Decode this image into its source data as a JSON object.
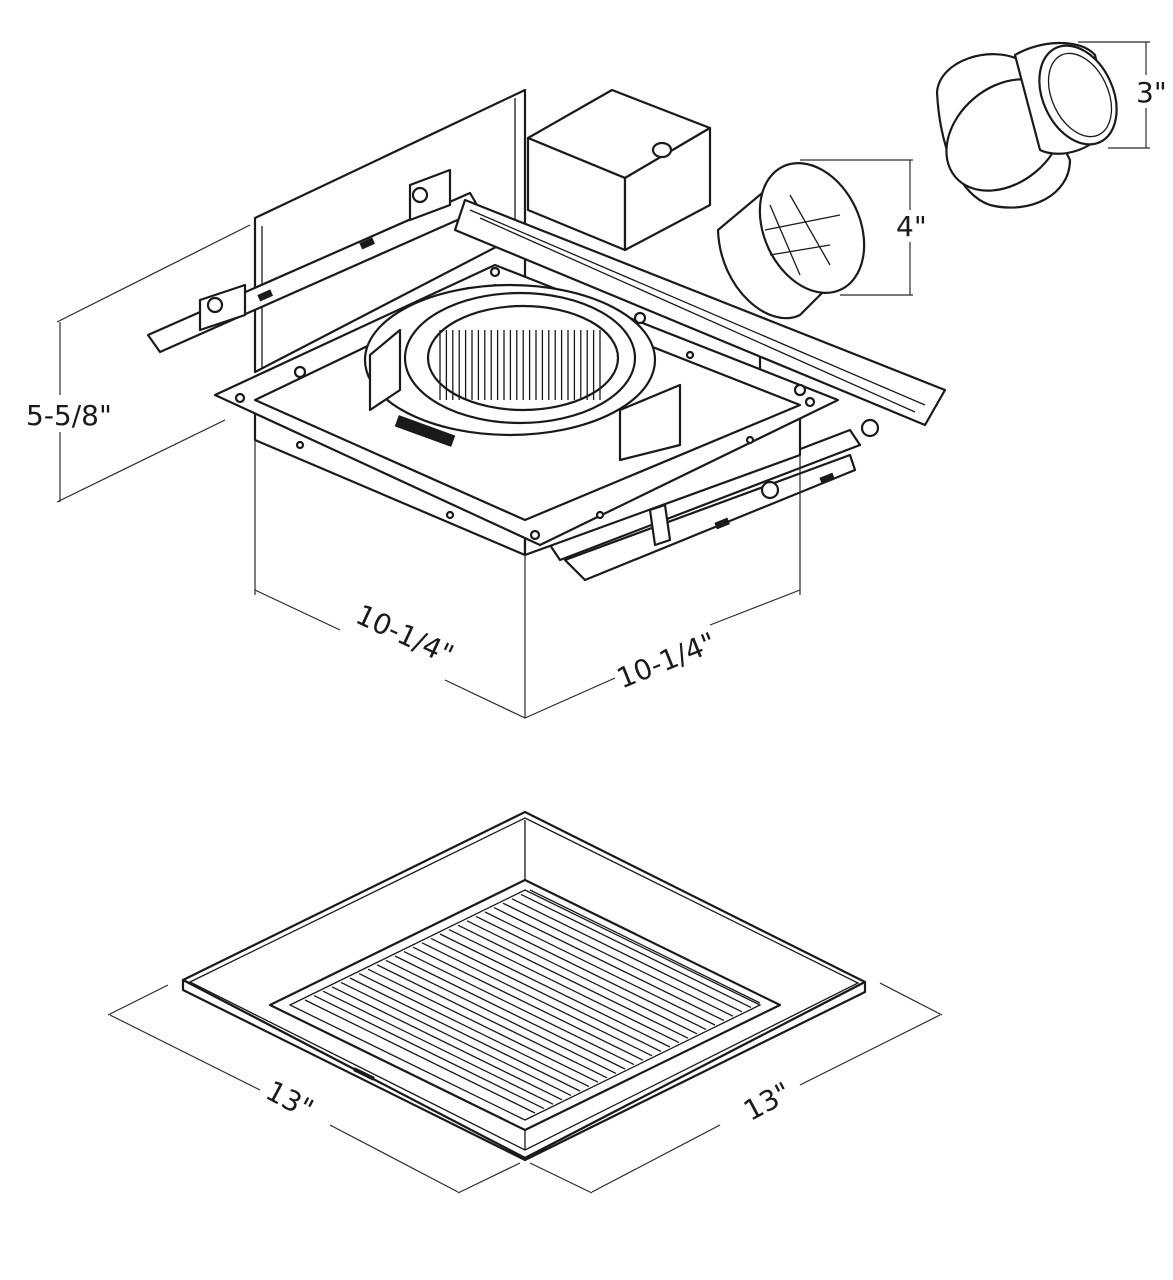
{
  "dimensions": {
    "height": "5-5/8\"",
    "duct_large": "4\"",
    "duct_small": "3\"",
    "housing_width_left": "10-1/4\"",
    "housing_width_right": "10-1/4\"",
    "grille_width_left": "13\"",
    "grille_width_right": "13\""
  },
  "colors": {
    "line": "#1a1a1a",
    "background": "#ffffff"
  }
}
